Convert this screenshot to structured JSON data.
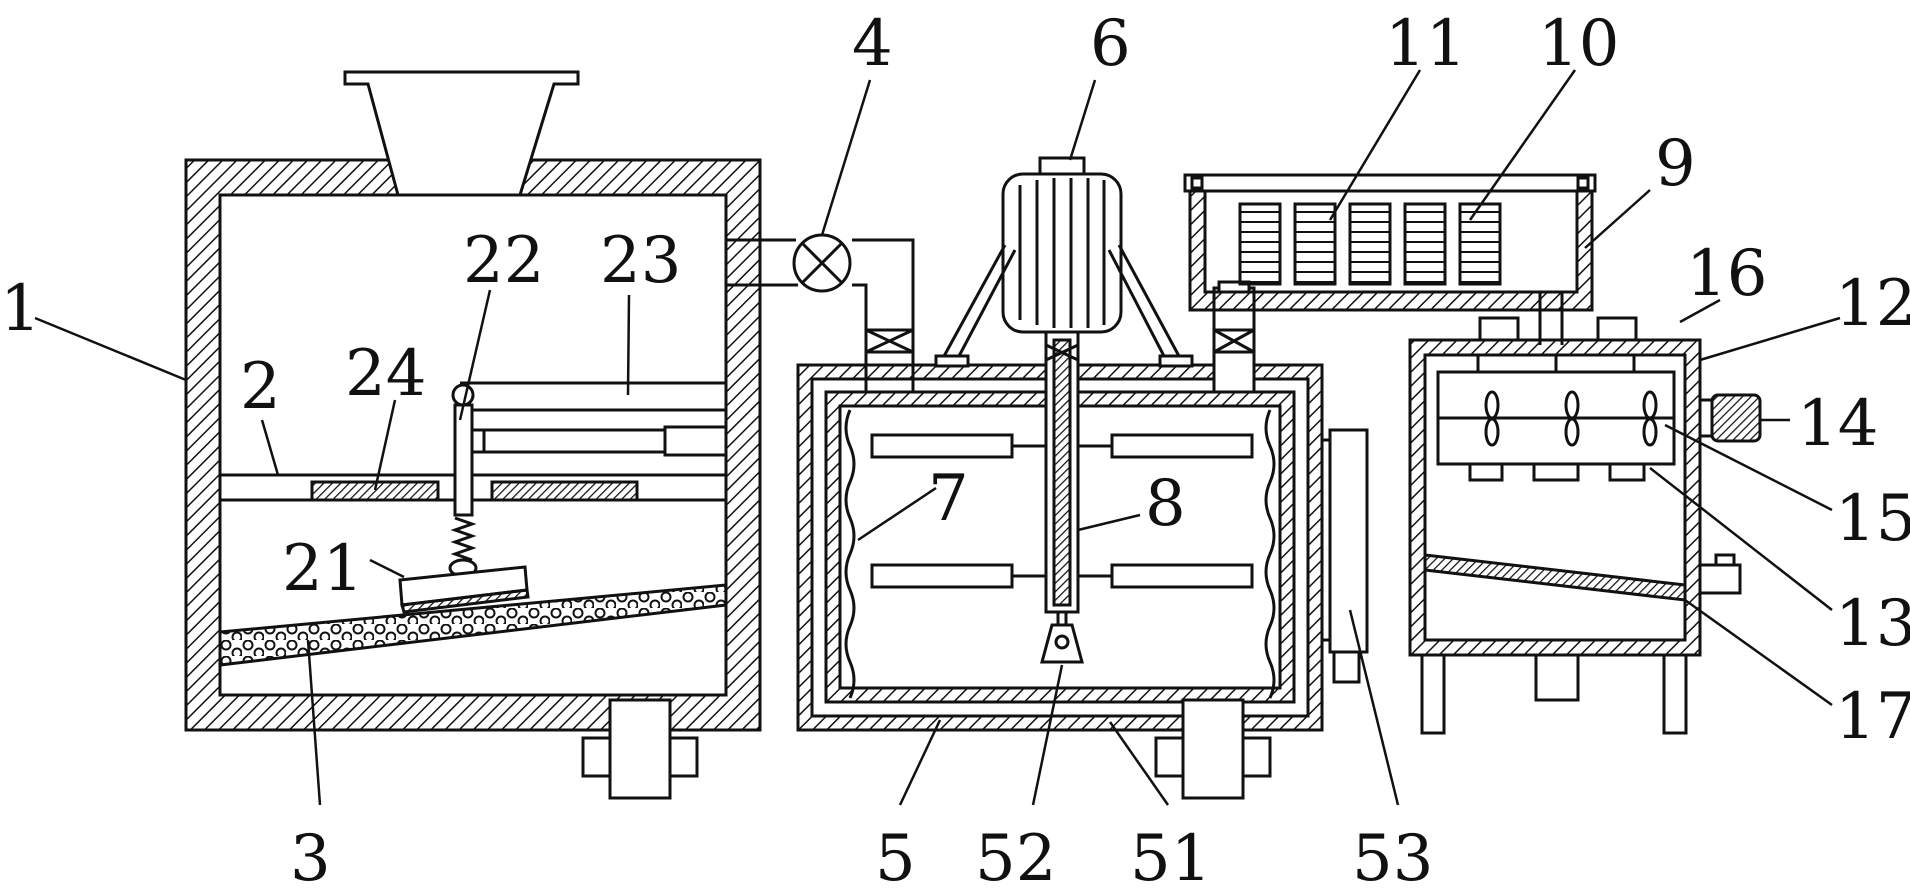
{
  "labels": {
    "l1": "1",
    "l2": "2",
    "l3": "3",
    "l4": "4",
    "l5": "5",
    "l6": "6",
    "l7": "7",
    "l8": "8",
    "l9": "9",
    "l10": "10",
    "l11": "11",
    "l12": "12",
    "l13": "13",
    "l14": "14",
    "l15": "15",
    "l16": "16",
    "l17": "17",
    "l21": "21",
    "l22": "22",
    "l23": "23",
    "l24": "24",
    "l51": "51",
    "l52": "52",
    "l53": "53"
  },
  "colors": {
    "stroke": "#111111",
    "background": "#ffffff"
  }
}
